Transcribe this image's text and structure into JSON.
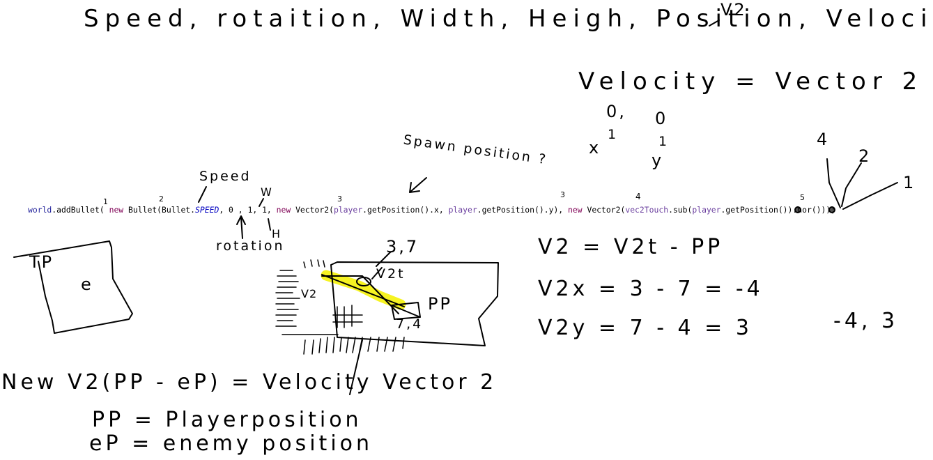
{
  "notes": {
    "title_line": "Speed, rotaition, Width, Heigh, Position, Velocity",
    "v2_top": "V2",
    "velocity_def": "Velocity = Vector 2",
    "zero_x": "0,",
    "zero_y": "0",
    "x_label": "x",
    "y_label": "y",
    "one_a": "1",
    "one_b": "1",
    "speed_label": "Speed",
    "w_label": "W",
    "h_label": "H",
    "rotation_label": "rotation",
    "spawn_label": "Spawn position ?",
    "arg_marks": [
      "1",
      "2",
      "3",
      "3",
      "4",
      "5"
    ],
    "right_nums": [
      "4",
      "2",
      "1"
    ],
    "eq1": "V2 = V2t - PP",
    "eq2": "V2x = 3 - 7 = -4",
    "eq3": "V2y = 7 - 4 = 3",
    "result": "-4, 3",
    "box_tl": "TP",
    "box_e": "e",
    "coord_37": "3,7",
    "v2t_label": "V2t",
    "pp_label": "PP",
    "coord_74": "7,4",
    "v2_small": "V2",
    "new_line": "New V2(PP - eP) = Velocity Vector 2",
    "pp_def": "PP = Playerposition",
    "ep_def": "eP = enemy position"
  },
  "code": {
    "world": "world",
    "add_bullet": ".addBullet( ",
    "new1": "new",
    "bullet_ctor": " Bullet(Bullet.",
    "speed_field": "SPEED",
    "args1": ", 0 , 1, 1, ",
    "new2": "new",
    "vec_ctor1": " Vector2(",
    "player1": "player",
    "getpos_x": ".getPosition().x, ",
    "player2": "player",
    "getpos_y": ".getPosition().y), ",
    "new3": "new",
    "vec_ctor2": " Vector2(",
    "vec2touch": "vec2Touch",
    "sub": ".sub(",
    "player3": "player",
    "getpos_norm": ".getPosition()).nor()));"
  },
  "colors": {
    "ink": "#000000",
    "highlight": "#f5f20a",
    "keyword": "#7f0055",
    "field": "#0000c0"
  }
}
